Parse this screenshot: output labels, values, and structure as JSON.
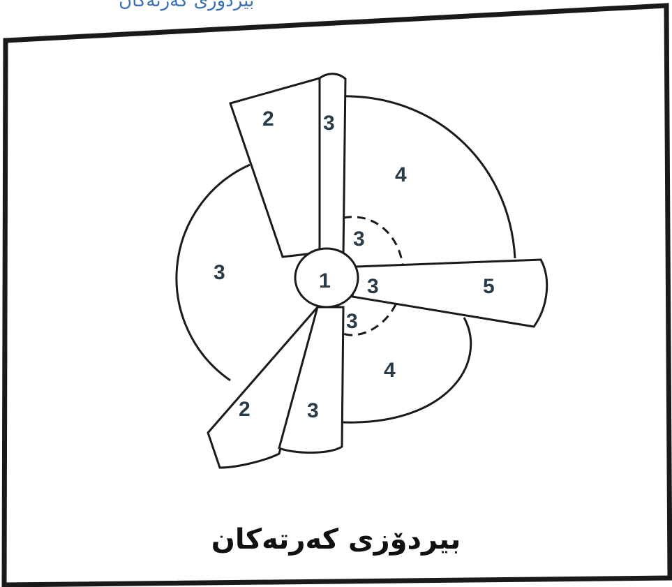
{
  "header": {
    "text": "بیردۆزی کەرتەکان"
  },
  "diagram": {
    "labels": [
      "1",
      "2",
      "2",
      "3",
      "3",
      "3",
      "3",
      "3",
      "3",
      "4",
      "4",
      "5"
    ]
  },
  "caption": {
    "text": "بیردۆزی کەرتەکان"
  },
  "colors": {
    "line": "#1a1a1a",
    "label": "#2a3b48",
    "header": "#3b6fb2"
  }
}
